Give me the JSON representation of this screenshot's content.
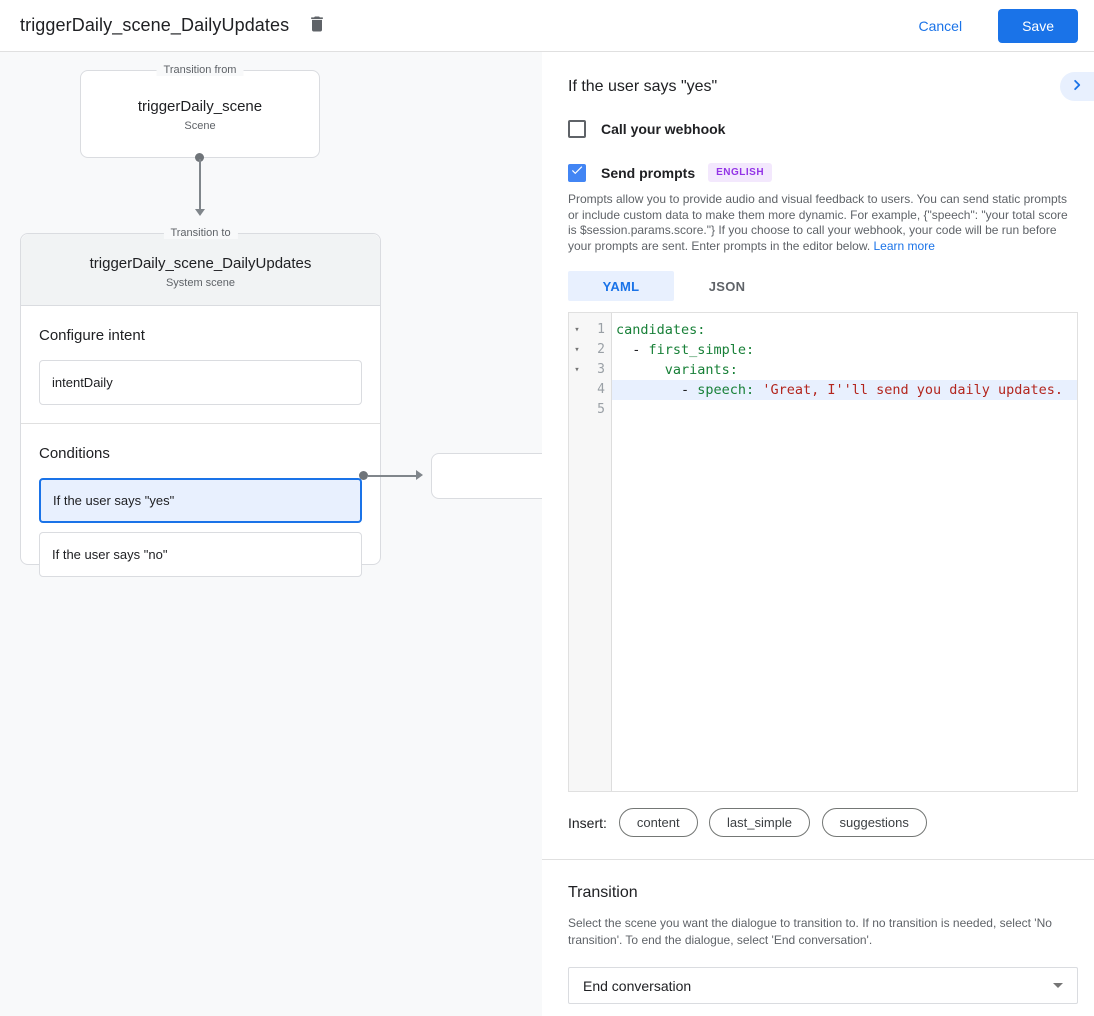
{
  "header": {
    "title": "triggerDaily_scene_DailyUpdates",
    "cancel_label": "Cancel",
    "save_label": "Save"
  },
  "diagram": {
    "from_box": {
      "legend": "Transition from",
      "title": "triggerDaily_scene",
      "subtitle": "Scene"
    },
    "to_box": {
      "legend": "Transition to",
      "title": "triggerDaily_scene_DailyUpdates",
      "subtitle": "System scene",
      "configure_intent_label": "Configure intent",
      "intent_value": "intentDaily",
      "conditions_label": "Conditions",
      "conditions": [
        {
          "label": "If the user says \"yes\"",
          "selected": true
        },
        {
          "label": "If the user says \"no\"",
          "selected": false
        }
      ]
    }
  },
  "panel": {
    "title": "If the user says \"yes\"",
    "webhook_label": "Call your webhook",
    "send_prompts_label": "Send prompts",
    "language_badge": "ENGLISH",
    "description": "Prompts allow you to provide audio and visual feedback to users. You can send static prompts or include custom data to make them more dynamic. For example, {\"speech\": \"your total score is $session.params.score.\"} If you choose to call your webhook, your code will be run before your prompts are sent. Enter prompts in the editor below.",
    "learn_more_label": "Learn more",
    "tabs": [
      {
        "label": "YAML",
        "active": true
      },
      {
        "label": "JSON",
        "active": false
      }
    ],
    "editor": {
      "lines": [
        {
          "num": 1,
          "fold": true,
          "highlight": false,
          "tokens": [
            {
              "t": "candidates:",
              "c": "key"
            }
          ]
        },
        {
          "num": 2,
          "fold": true,
          "highlight": false,
          "tokens": [
            {
              "t": "  - ",
              "c": "plain"
            },
            {
              "t": "first_simple:",
              "c": "key"
            }
          ]
        },
        {
          "num": 3,
          "fold": true,
          "highlight": false,
          "tokens": [
            {
              "t": "      ",
              "c": "plain"
            },
            {
              "t": "variants:",
              "c": "key"
            }
          ]
        },
        {
          "num": 4,
          "fold": false,
          "highlight": true,
          "tokens": [
            {
              "t": "        - ",
              "c": "plain"
            },
            {
              "t": "speech:",
              "c": "key"
            },
            {
              "t": " ",
              "c": "plain"
            },
            {
              "t": "'Great, I''ll send you daily updates.",
              "c": "string"
            }
          ]
        },
        {
          "num": 5,
          "fold": false,
          "highlight": false,
          "tokens": []
        }
      ]
    },
    "insert_label": "Insert:",
    "insert_chips": [
      "content",
      "last_simple",
      "suggestions"
    ],
    "transition": {
      "title": "Transition",
      "description": "Select the scene you want the dialogue to transition to. If no transition is needed, select 'No transition'. To end the dialogue, select 'End conversation'.",
      "selected_value": "End conversation"
    }
  },
  "colors": {
    "accent": "#1a73e8",
    "selection_bg": "#e8f0fe",
    "checkbox_checked": "#4285f4",
    "badge_text": "#9334e6",
    "badge_bg": "#f3e8fd",
    "code_key": "#188038",
    "code_string": "#b3261e",
    "code_highlight": "#e8f0fe"
  }
}
